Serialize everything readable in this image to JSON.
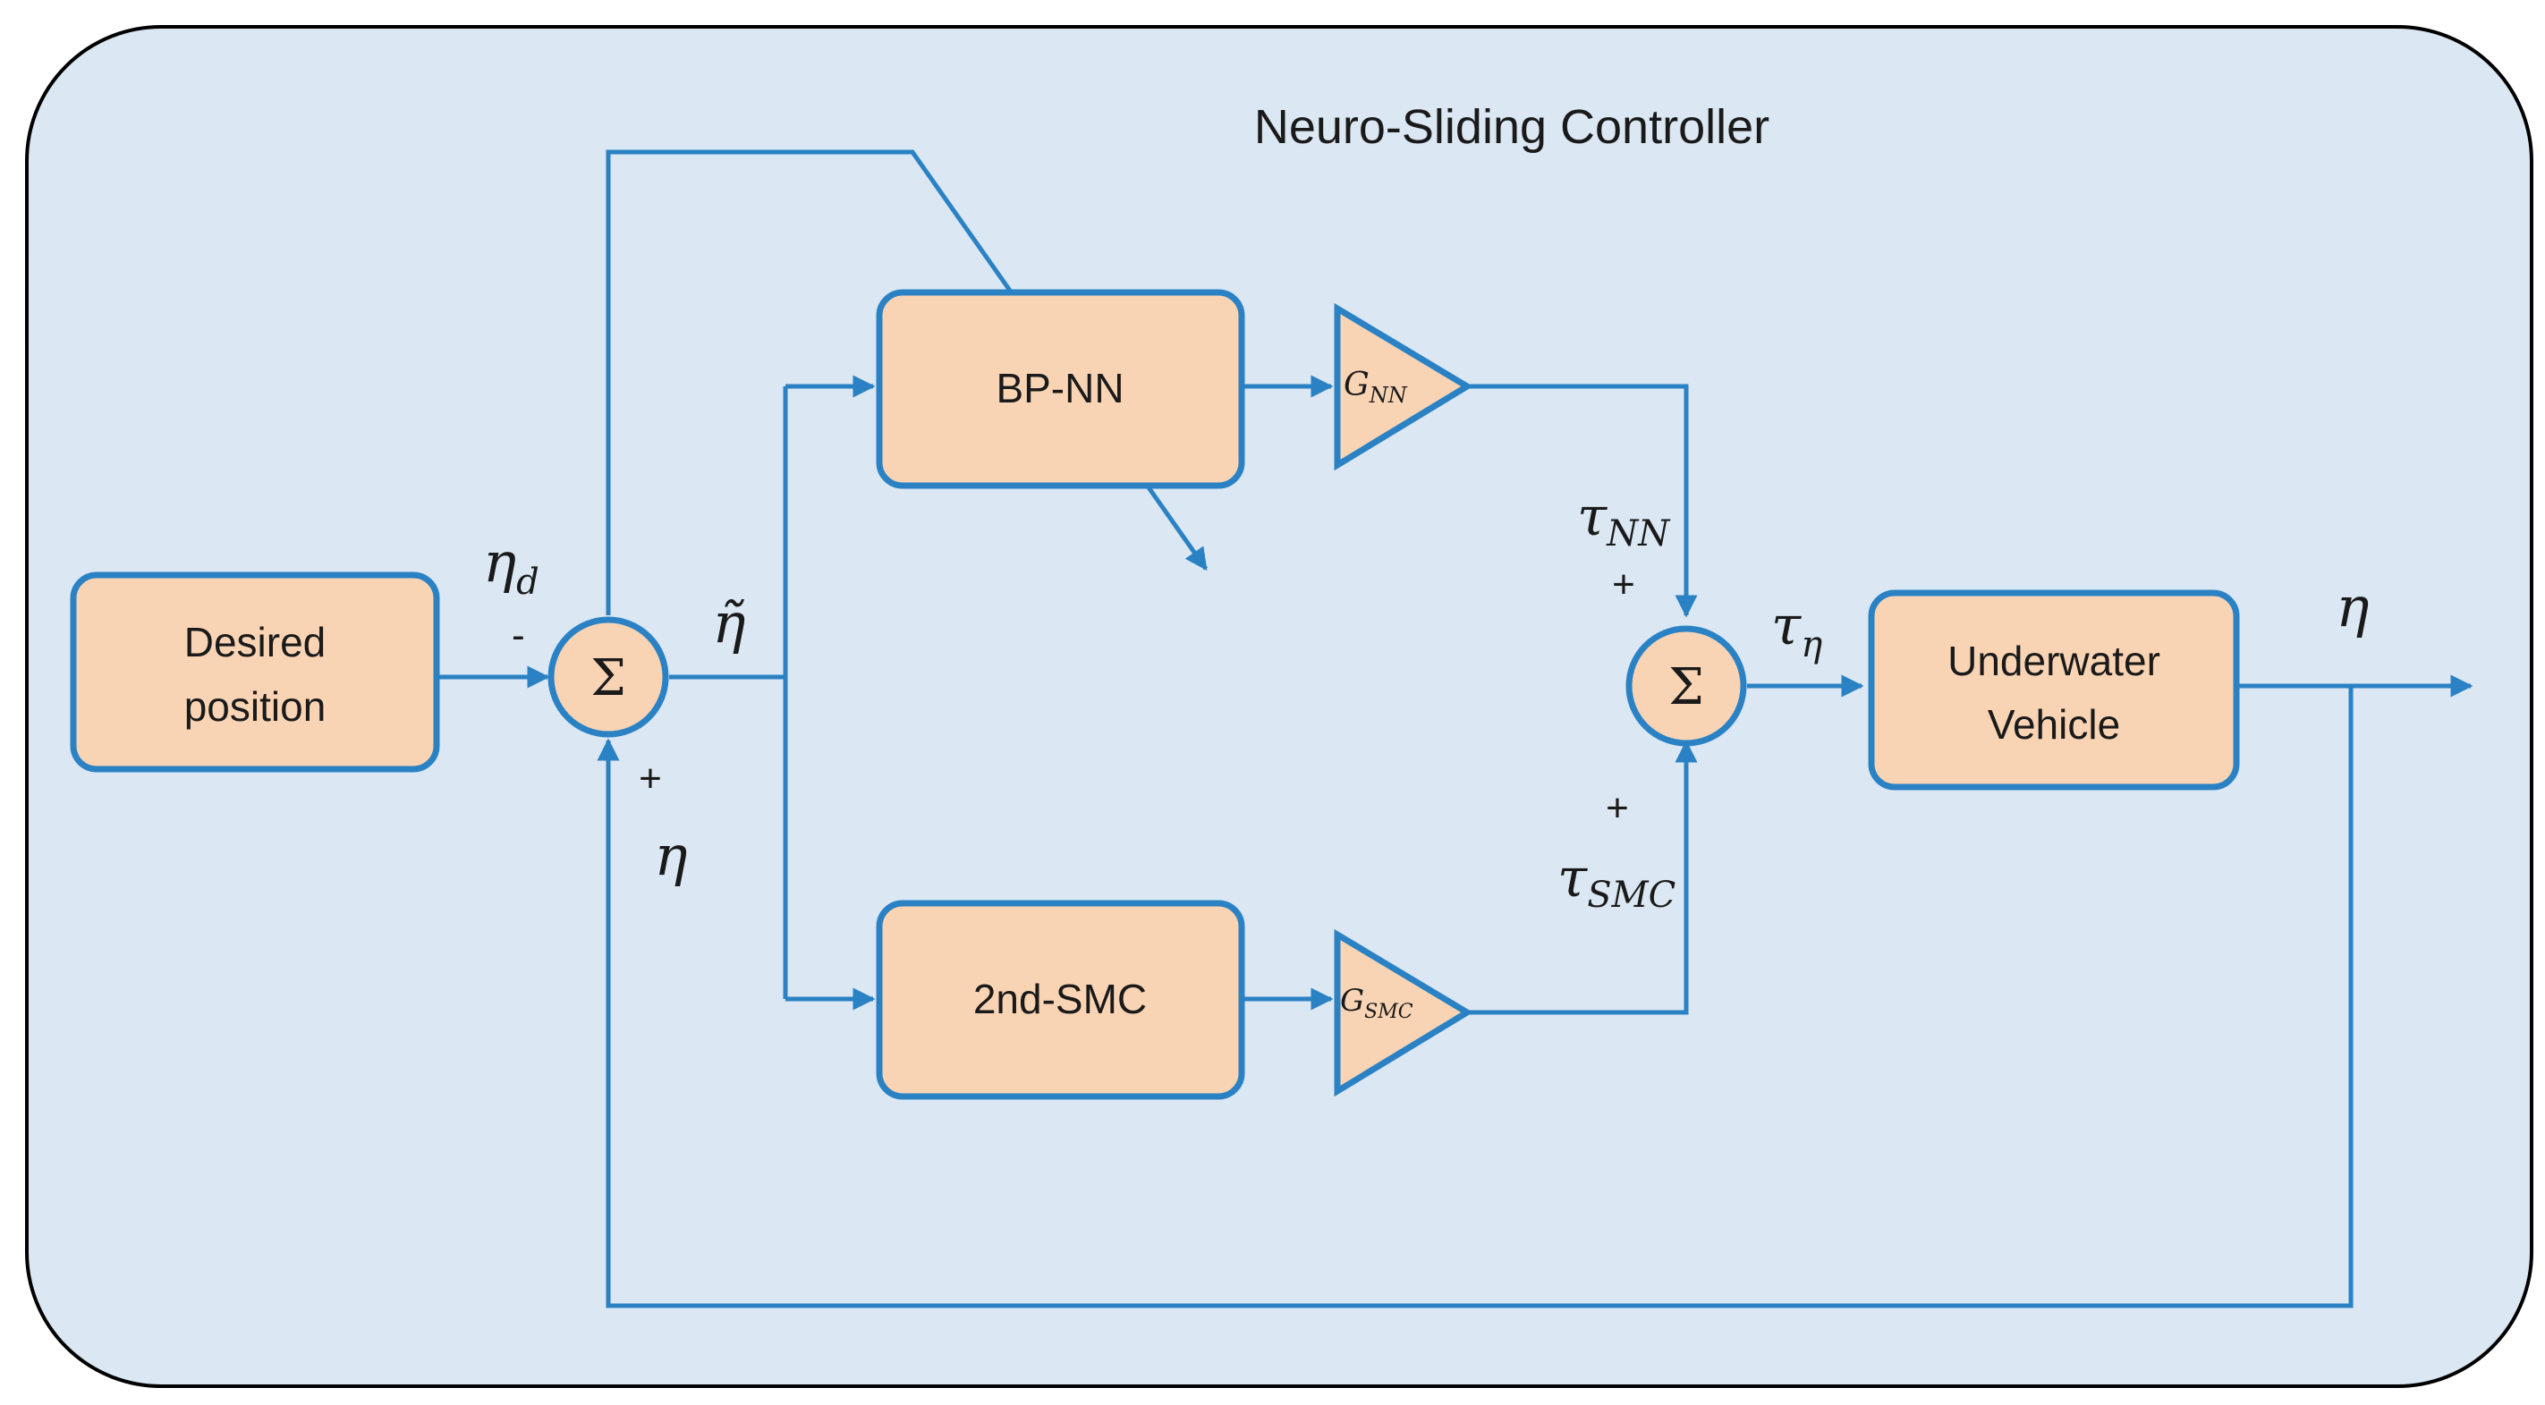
{
  "title": "Neuro-Sliding Controller",
  "blocks": {
    "desired_position": [
      "Desired",
      "position"
    ],
    "bp_nn": "BP-NN",
    "smc": "2nd-SMC",
    "vehicle": [
      "Underwater",
      "Vehicle"
    ]
  },
  "gains": {
    "nn": {
      "base": "G",
      "sub": "NN"
    },
    "smc": {
      "base": "G",
      "sub": "SMC"
    }
  },
  "summers": {
    "symbol": "Σ"
  },
  "signals": {
    "eta_d": {
      "base": "η",
      "sub": "d"
    },
    "eta_tilde": "η̃",
    "eta_feedback": "η",
    "eta_out": "η",
    "tau_nn": {
      "base": "τ",
      "sub": "NN"
    },
    "tau_smc": {
      "base": "τ",
      "sub": "SMC"
    },
    "tau_eta": {
      "base": "τ",
      "sub": "η"
    }
  },
  "signs": {
    "sum1_top": "-",
    "sum1_bottom": "+",
    "sum2_top": "+",
    "sum2_bottom": "+"
  },
  "colors": {
    "panel_fill": "#dbe7f2",
    "block_fill": "#f9d4b4",
    "line": "#2a82c4"
  }
}
